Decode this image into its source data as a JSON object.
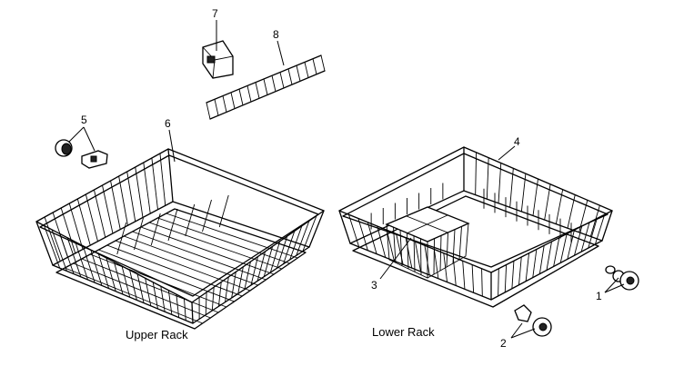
{
  "callouts": {
    "c1": "1",
    "c2": "2",
    "c3": "3",
    "c4": "4",
    "c5": "5",
    "c6": "6",
    "c7": "7",
    "c8": "8"
  },
  "captions": {
    "upper": "Upper Rack",
    "lower": "Lower Rack"
  }
}
